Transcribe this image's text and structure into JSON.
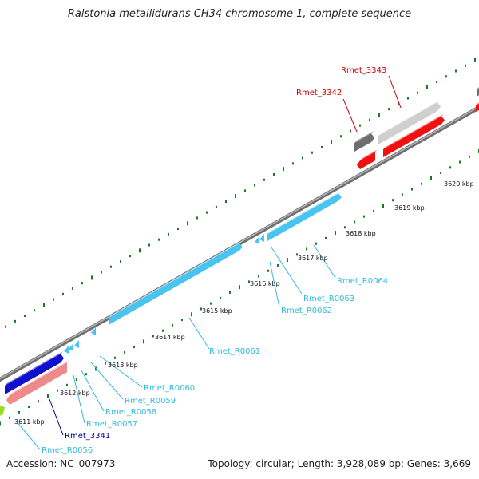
{
  "title": "Ralstonia metallidurans CH34 chromosome 1, complete sequence",
  "footer": {
    "accession": "Accession: NC_007973",
    "summary": "Topology: circular; Length: 3,928,089 bp; Genes: 3,669"
  },
  "kbp_labels": [
    "3611 kbp",
    "3612 kbp",
    "3613 kbp",
    "3614 kbp",
    "3615 kbp",
    "3616 kbp",
    "3617 kbp",
    "3618 kbp",
    "3619 kbp",
    "3620 kbp"
  ],
  "gene_labels": [
    {
      "text": "Rmet_3343",
      "color": "#cc0000"
    },
    {
      "text": "Rmet_3342",
      "color": "#cc0000"
    },
    {
      "text": "Rmet_R0064",
      "color": "#33bbdd"
    },
    {
      "text": "Rmet_R0063",
      "color": "#33bbdd"
    },
    {
      "text": "Rmet_R0062",
      "color": "#33bbdd"
    },
    {
      "text": "Rmet_R0061",
      "color": "#33bbdd"
    },
    {
      "text": "Rmet_R0060",
      "color": "#33bbdd"
    },
    {
      "text": "Rmet_R0059",
      "color": "#33bbdd"
    },
    {
      "text": "Rmet_R0058",
      "color": "#33bbdd"
    },
    {
      "text": "Rmet_R0057",
      "color": "#33bbdd"
    },
    {
      "text": "Rmet_3341",
      "color": "#00008b"
    },
    {
      "text": "Rmet_R0056",
      "color": "#33bbdd"
    }
  ],
  "colors": {
    "backbone": "#8a8a8a",
    "tick_dot": "#1f7a1f",
    "rna": "#49c4f0",
    "cds_forward_grey": "#6e6e6e",
    "cds_forward_light": "#cfcfcf",
    "cds_reverse_red": "#ee1111",
    "cds_forward_blue": "#1010cc",
    "cds_reverse_pink": "#ef8a8a",
    "cds_green": "#99dd22"
  }
}
